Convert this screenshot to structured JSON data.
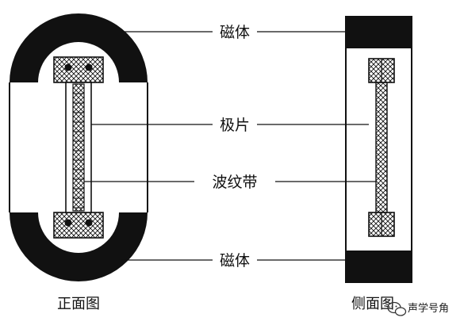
{
  "labels": {
    "magnet_top": "磁体",
    "pole_piece": "极片",
    "corrugated_band": "波纹带",
    "magnet_bottom": "磁体"
  },
  "captions": {
    "front_view": "正面图",
    "side_view": "侧面图"
  },
  "watermark": {
    "text": "声学号角"
  }
}
